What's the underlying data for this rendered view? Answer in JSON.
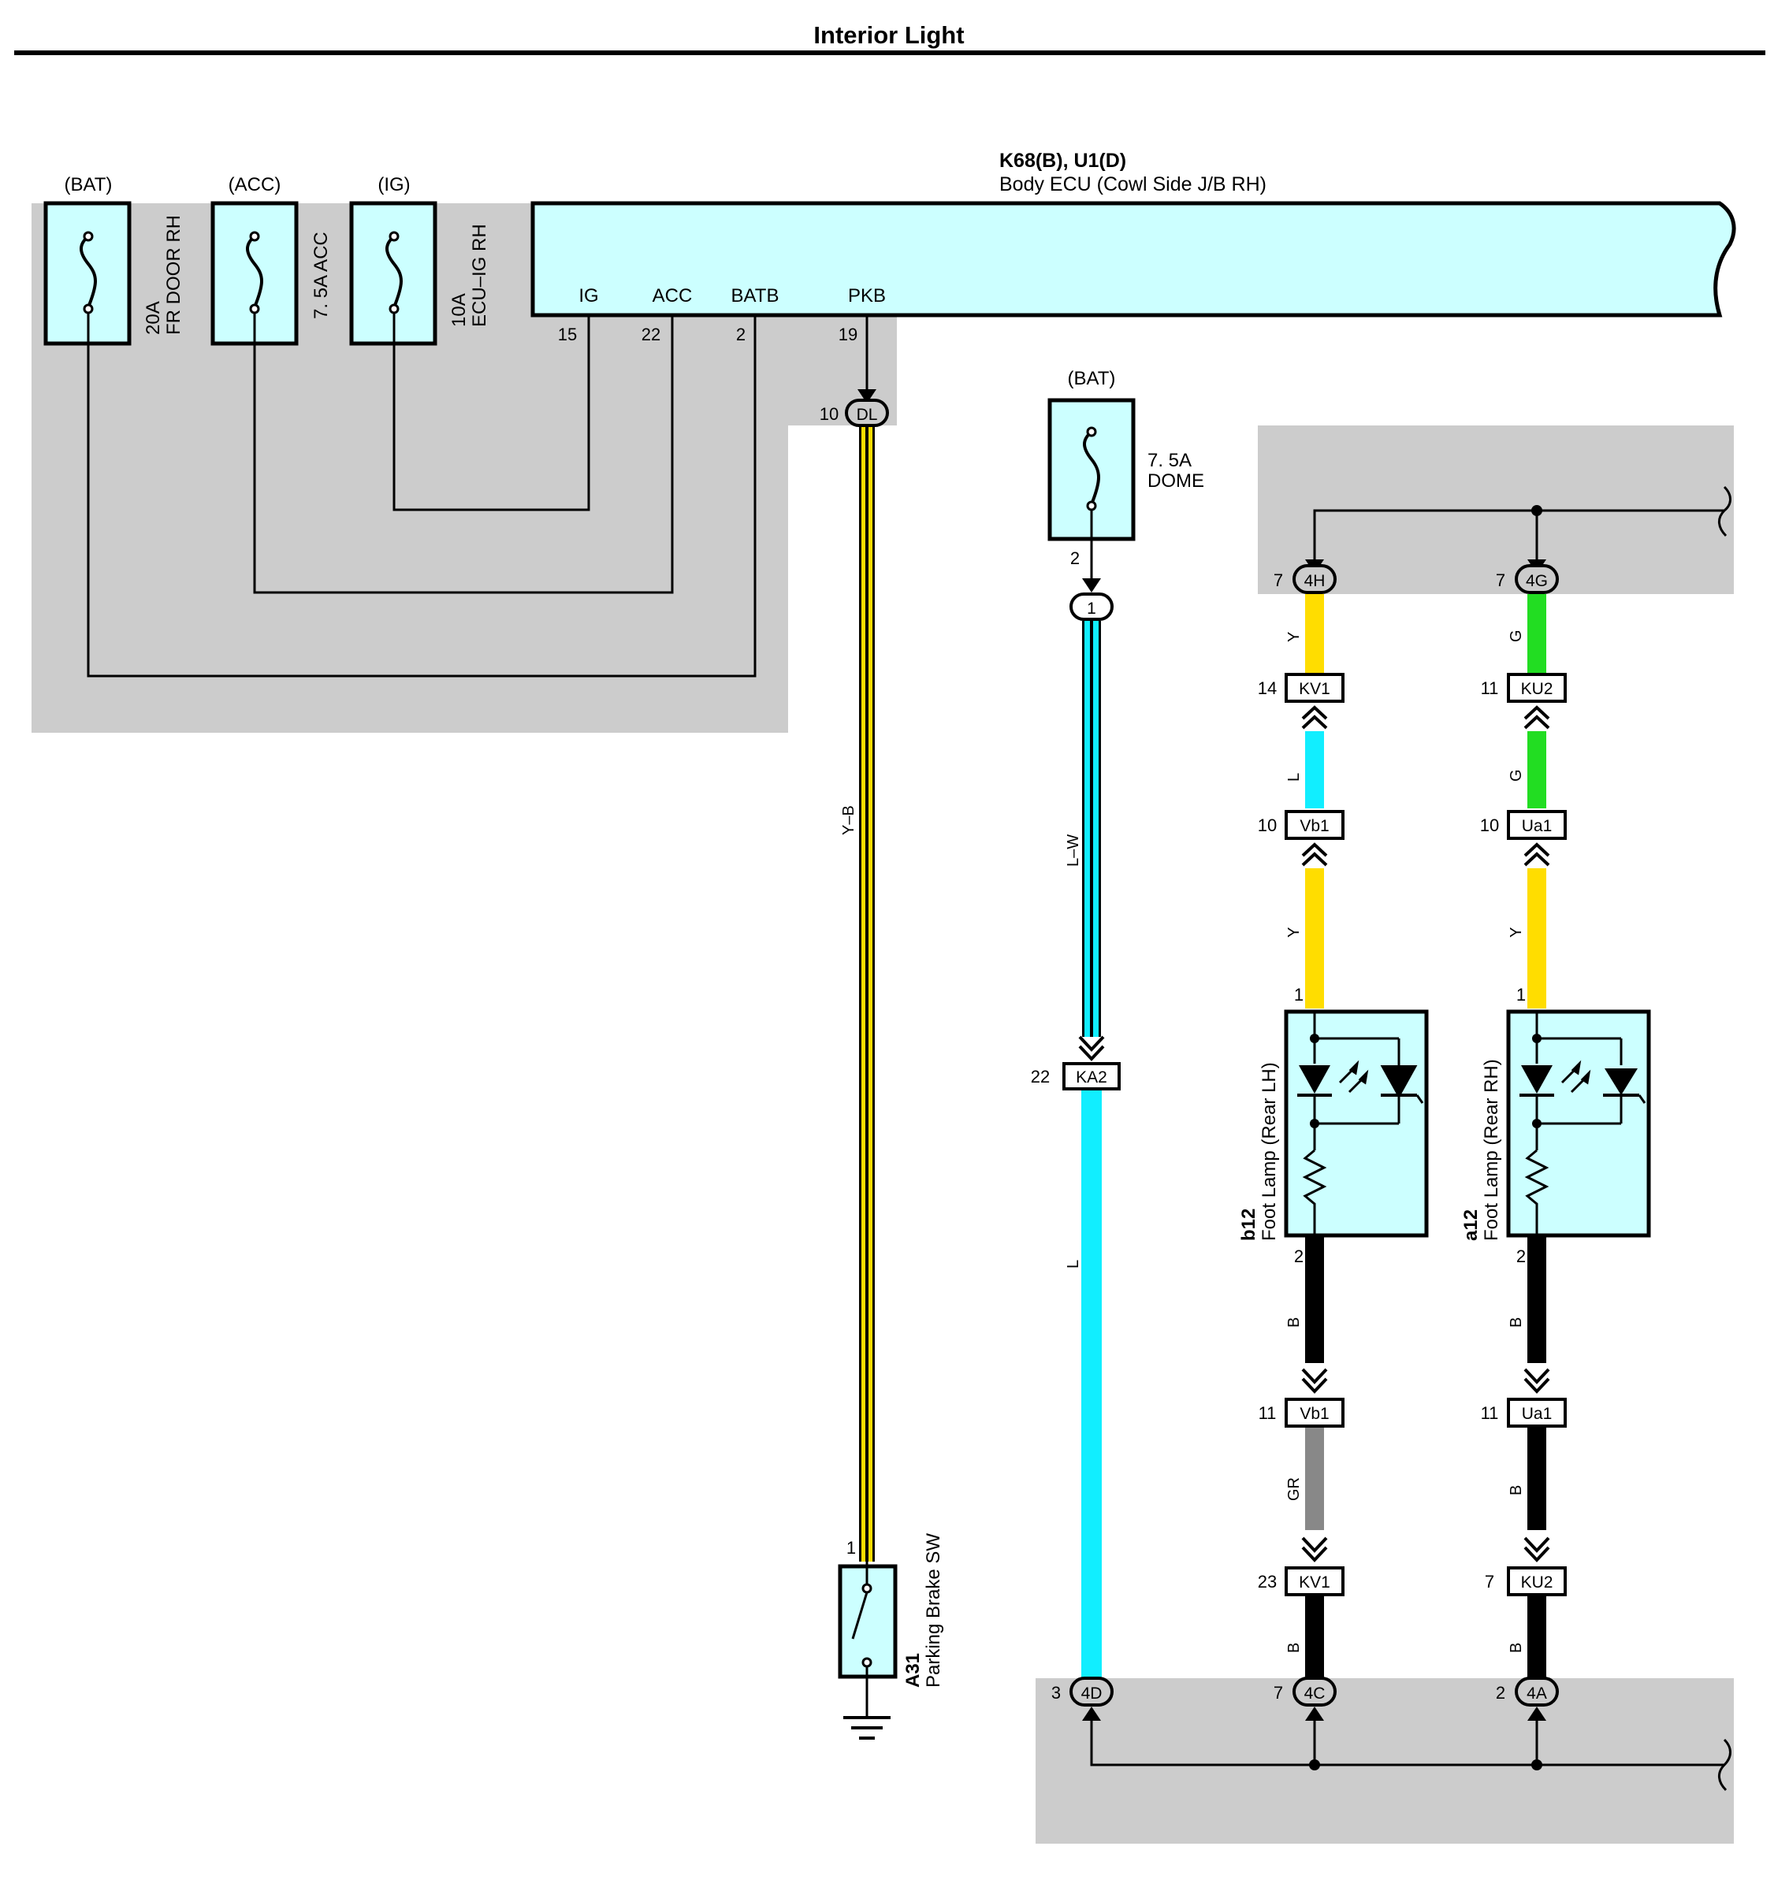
{
  "title": "Interior Light",
  "colors": {
    "shade": "#cccccc",
    "component_fill": "#ccffff",
    "wire_yellow": "#ffdd00",
    "wire_green": "#22dd22",
    "wire_blue": "#11eeff",
    "wire_gray": "#888888",
    "wire_black": "#000000"
  },
  "fuses": [
    {
      "supply": "(BAT)",
      "line1": "20A",
      "line2": "FR DOOR RH"
    },
    {
      "supply": "(ACC)",
      "line1": "7. 5A ACC",
      "line2": ""
    },
    {
      "supply": "(IG)",
      "line1": "10A",
      "line2": "ECU–IG RH"
    }
  ],
  "dome_fuse": {
    "supply": "(BAT)",
    "line1": "7. 5A",
    "line2": "DOME",
    "pin": "2"
  },
  "ecu": {
    "code": "K68(B), U1(D)",
    "name": "Body ECU (Cowl Side J/B RH)",
    "terminals": [
      {
        "name": "IG",
        "pin": "15"
      },
      {
        "name": "ACC",
        "pin": "22"
      },
      {
        "name": "BATB",
        "pin": "2"
      },
      {
        "name": "PKB",
        "pin": "19"
      }
    ]
  },
  "junction_dl": {
    "code": "DL",
    "pin": "10"
  },
  "wires": {
    "yb": "Y–B",
    "lw": "L–W",
    "l_lower": "L",
    "lh_y_top": "Y",
    "lh_l": "L",
    "lh_y_mid": "Y",
    "lh_b_top": "B",
    "lh_gr": "GR",
    "lh_b_bot": "B",
    "rh_g_top": "G",
    "rh_g_mid": "G",
    "rh_y_mid": "Y",
    "rh_b_top": "B",
    "rh_b_mid": "B",
    "rh_b_bot": "B"
  },
  "connectors": {
    "j1": {
      "code": "1"
    },
    "ka2": {
      "code": "KA2",
      "pin": "22"
    },
    "j4h": {
      "code": "4H",
      "pin": "7"
    },
    "j4g": {
      "code": "4G",
      "pin": "7"
    },
    "kv1_top": {
      "code": "KV1",
      "pin": "14"
    },
    "ku2_top": {
      "code": "KU2",
      "pin": "11"
    },
    "vb1_top": {
      "code": "Vb1",
      "pin": "10"
    },
    "ua1_top": {
      "code": "Ua1",
      "pin": "10"
    },
    "vb1_bot": {
      "code": "Vb1",
      "pin": "11"
    },
    "ua1_bot": {
      "code": "Ua1",
      "pin": "11"
    },
    "kv1_bot": {
      "code": "KV1",
      "pin": "23"
    },
    "ku2_bot": {
      "code": "KU2",
      "pin": "7"
    },
    "j4d": {
      "code": "4D",
      "pin": "3"
    },
    "j4c": {
      "code": "4C",
      "pin": "7"
    },
    "j4a": {
      "code": "4A",
      "pin": "2"
    }
  },
  "lamps": [
    {
      "code": "b12",
      "name": "Foot Lamp (Rear LH)",
      "pin_top": "1",
      "pin_bottom": "2"
    },
    {
      "code": "a12",
      "name": "Foot Lamp (Rear RH)",
      "pin_top": "1",
      "pin_bottom": "2"
    }
  ],
  "switch": {
    "code": "A31",
    "name": "Parking Brake SW",
    "pin": "1"
  }
}
